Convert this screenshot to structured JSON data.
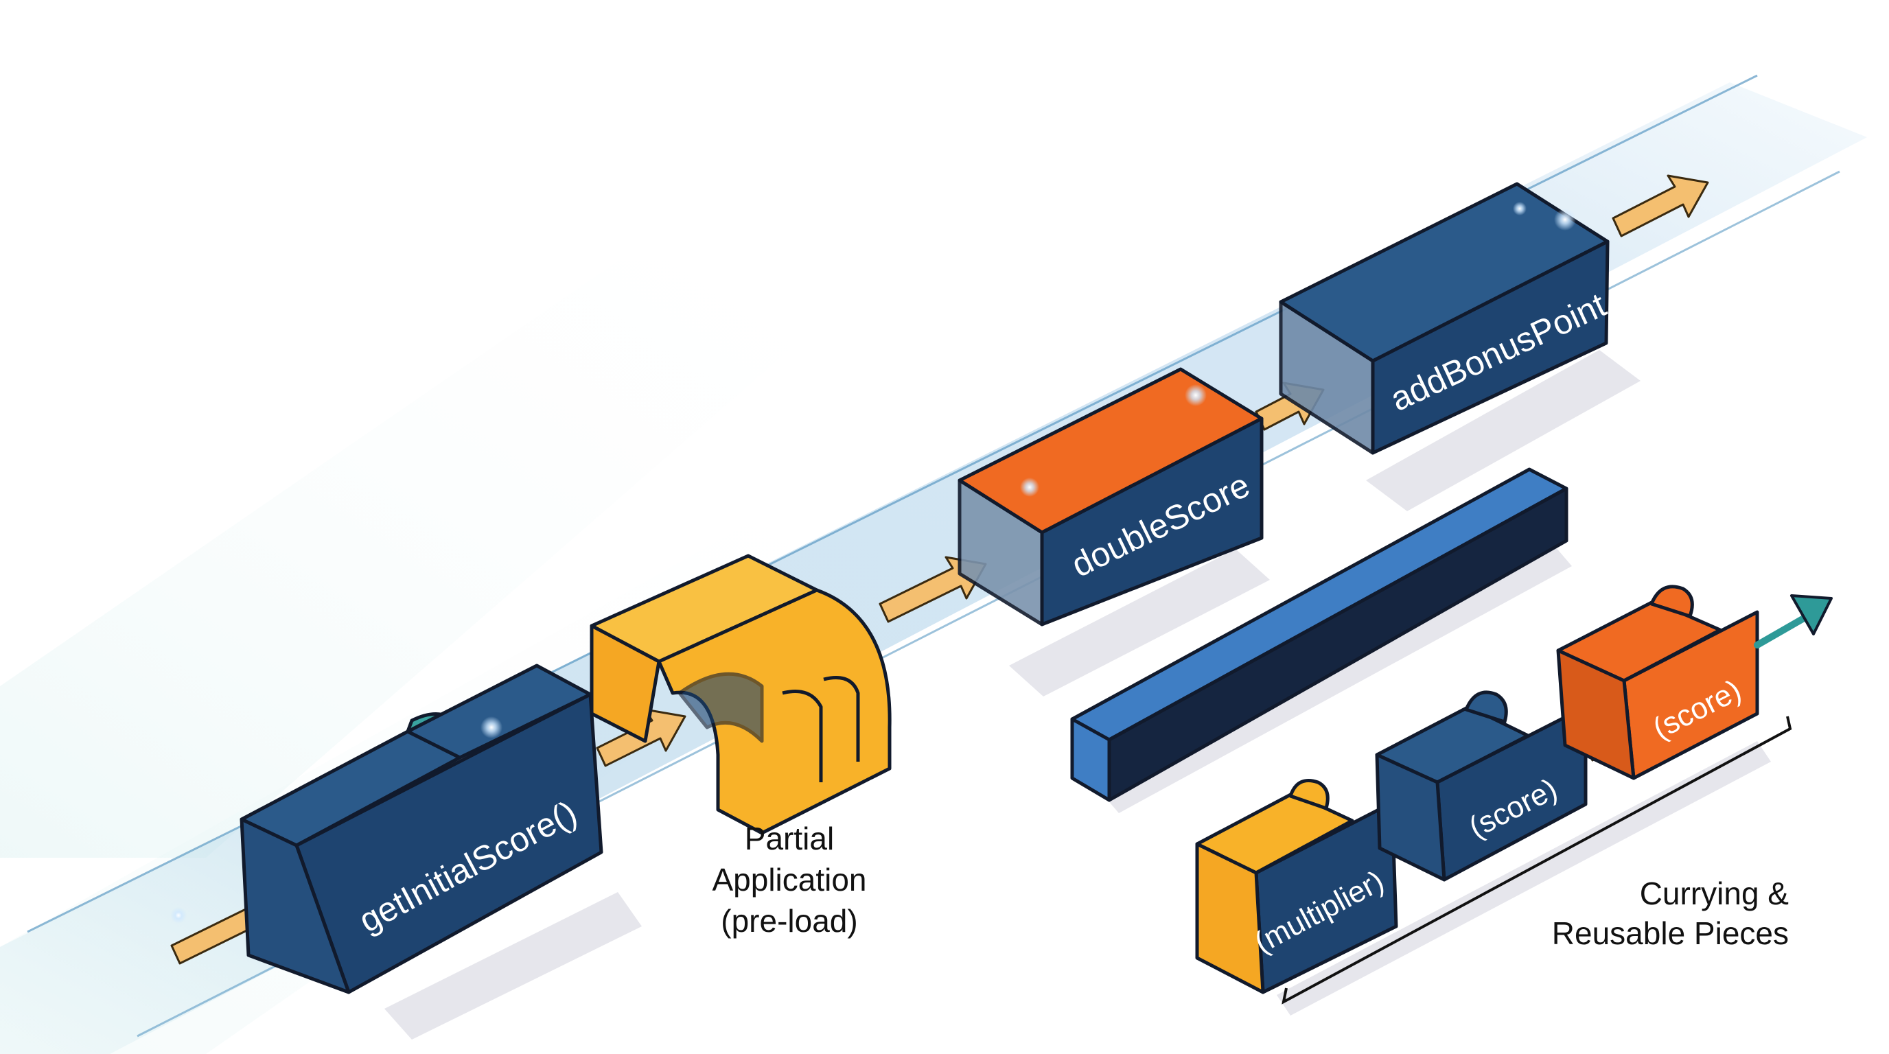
{
  "blocks": {
    "get_initial_score": "getInitialScore()",
    "double_score": "doubleScore",
    "add_bonus_point": "addBonusPoint"
  },
  "partial_application": {
    "line1": "Partial",
    "line2": "Application",
    "line3": "(pre-load)"
  },
  "curried": {
    "piece1": "(multiplier)",
    "piece2": "(score)",
    "piece3": "(score)"
  },
  "currying_caption": {
    "line1": "Currying &",
    "line2": "Reusable Pieces"
  },
  "colors": {
    "navy": "#1e4470",
    "orange": "#f06a22",
    "yellow": "#f8b229",
    "blue": "#3f7ec4",
    "teal": "#3aa3a0",
    "arrow": "#f4bf70",
    "beam": "#cfe3f0"
  }
}
